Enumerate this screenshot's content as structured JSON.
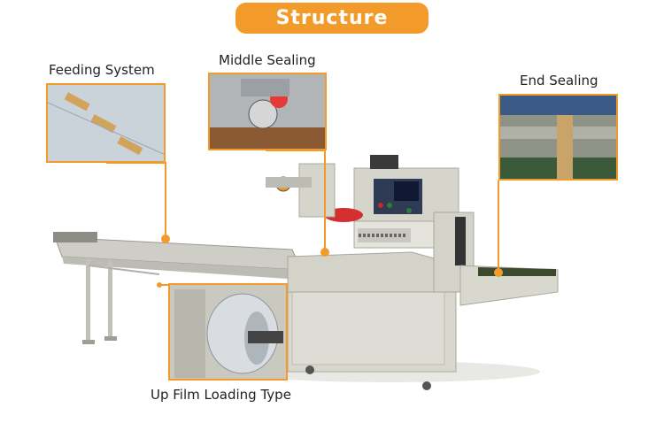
{
  "title": "Structure",
  "labels": {
    "feeding": "Feeding System",
    "middle": "Middle Sealing",
    "end": "End Sealing",
    "film": "Up Film Loading Type"
  },
  "colors": {
    "accent": "#f39b2a",
    "machine": "#d9d8cf",
    "shadow": "#b5b4ab"
  }
}
